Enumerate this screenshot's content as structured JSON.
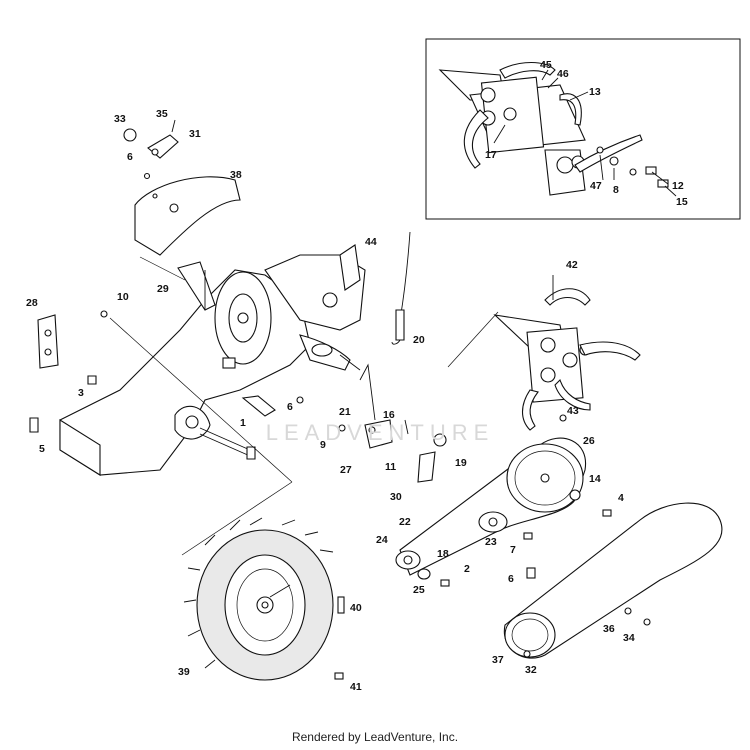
{
  "credit": "Rendered by LeadVenture, Inc.",
  "watermark": "LEADVENTURE",
  "callouts": [
    "1",
    "2",
    "3",
    "4",
    "5",
    "6",
    "6",
    "6",
    "6",
    "7",
    "8",
    "9",
    "10",
    "11",
    "12",
    "13",
    "14",
    "15",
    "16",
    "17",
    "18",
    "19",
    "20",
    "21",
    "22",
    "23",
    "24",
    "25",
    "26",
    "27",
    "28",
    "29",
    "30",
    "31",
    "32",
    "33",
    "34",
    "35",
    "36",
    "37",
    "38",
    "39",
    "40",
    "41",
    "42",
    "43",
    "44",
    "45",
    "46",
    "47"
  ]
}
